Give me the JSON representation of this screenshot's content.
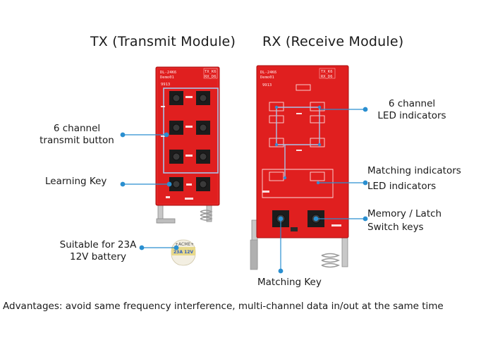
{
  "titles": {
    "tx": "TX  (Transmit Module)",
    "rx": "RX (Receive Module)"
  },
  "callouts": {
    "tx_buttons": "6 channel\ntransmit button",
    "learning_key": "Learning Key",
    "battery": "Suitable for 23A\n12V battery",
    "led_indicators": "6 channel\nLED indicators",
    "matching_indicators": "Matching indicators",
    "matching_led": "LED indicators",
    "memory_latch": "Memory / Latch",
    "switch_keys": "Switch keys",
    "matching_key": "Matching Key"
  },
  "advantages": "Advantages: avoid same frequency interference, multi-channel data in/out at the same time",
  "pcb_markings": {
    "tx_model": "DL-24K6",
    "tx_demo": "Demo01",
    "tx_tag_a": "TX_K6",
    "tx_tag_b": "RX_D6",
    "tx_code": "9913",
    "rx_model": "DL-24K6",
    "rx_demo": "Demo01",
    "rx_tag_a": "TX_K6",
    "rx_tag_b": "RX_D6",
    "rx_code": "9913",
    "battery_label": "23A 12V",
    "battery_top": "+ACME+"
  },
  "colors": {
    "pcb_red": "#e01f1f",
    "pcb_dark": "#b81414",
    "callout_blue": "#2a8fd0",
    "highlight_box": "#a8c4e8"
  }
}
